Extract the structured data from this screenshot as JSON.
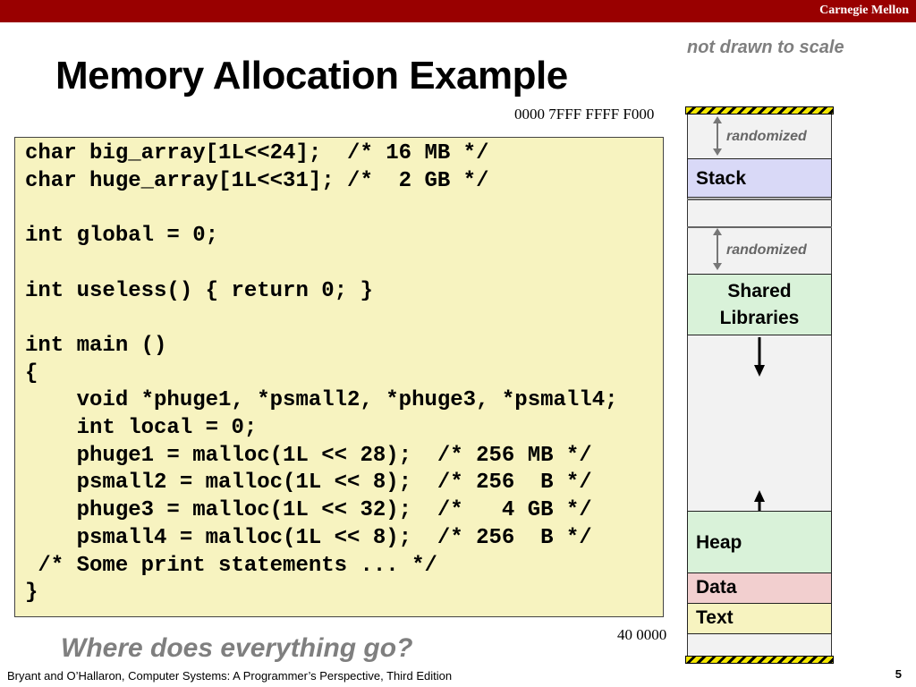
{
  "header": {
    "org": "Carnegie Mellon"
  },
  "slide": {
    "title": "Memory Allocation Example",
    "scale_note": "not drawn to scale",
    "question": "Where does everything go?",
    "footer": "Bryant and O’Hallaron, Computer Systems: A Programmer’s Perspective, Third Edition",
    "page_number": "5"
  },
  "code": {
    "lines": [
      "char big_array[1L<<24];  /* 16 MB */",
      "char huge_array[1L<<31]; /*  2 GB */",
      "",
      "int global = 0;",
      "",
      "int useless() { return 0; }",
      "",
      "int main ()",
      "{",
      "    void *phuge1, *psmall2, *phuge3, *psmall4;",
      "    int local = 0;",
      "    phuge1 = malloc(1L << 28);  /* 256 MB */",
      "    psmall2 = malloc(1L << 8);  /* 256  B */",
      "    phuge3 = malloc(1L << 32);  /*   4 GB */",
      "    psmall4 = malloc(1L << 8);  /* 256  B */",
      " /* Some print statements ... */",
      "}"
    ]
  },
  "memory": {
    "top_address": "0000 7FFF FFFF F000",
    "bottom_address": "40 0000",
    "randomized_top": "randomized",
    "randomized_mid": "randomized",
    "stack": "Stack",
    "shared_line1": "Shared",
    "shared_line2": "Libraries",
    "heap": "Heap",
    "data": "Data",
    "text": "Text",
    "colors": {
      "stack": "#d9d9f7",
      "shared": "#d9f2d9",
      "heap": "#d9f2d9",
      "data": "#f2cfcf",
      "text": "#f7f3c0"
    }
  }
}
